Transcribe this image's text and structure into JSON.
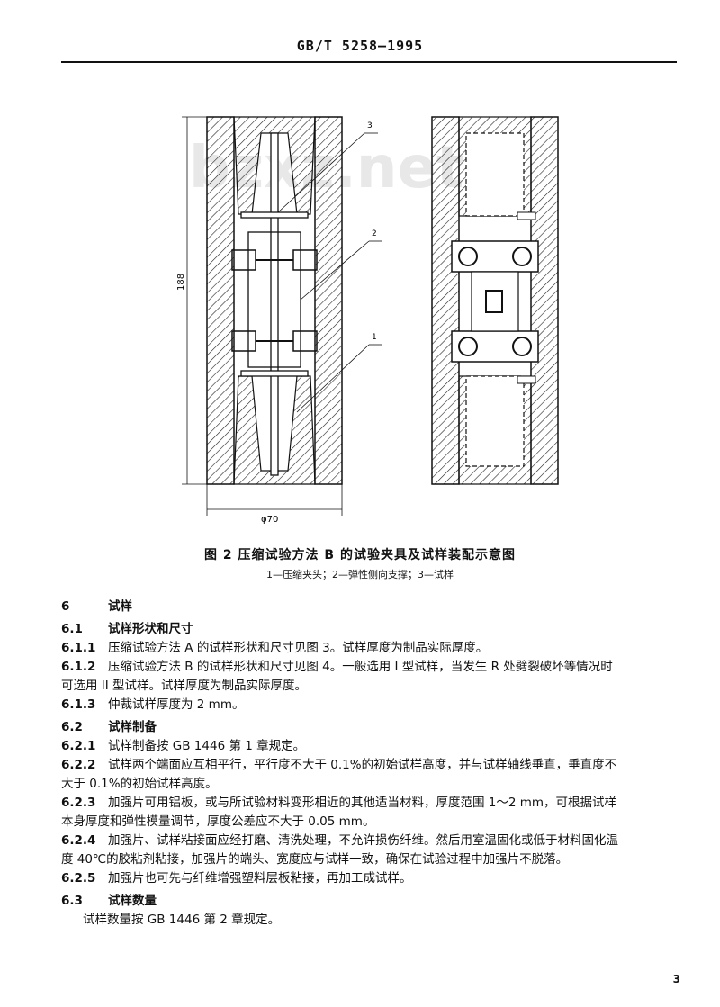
{
  "header": {
    "standard_code": "GB/T 5258—1995"
  },
  "figure": {
    "watermark": "bzxz.net",
    "callouts": [
      "3",
      "2",
      "1"
    ],
    "dimension_height": "188",
    "dimension_width": "φ70",
    "caption_title": "图 2 压缩试验方法 B 的试验夹具及试样装配示意图",
    "caption_legend": "1—压缩夹头；2—弹性侧向支撑；3—试样"
  },
  "sections": [
    {
      "id": "6",
      "title": "试样"
    },
    {
      "id": "6.1",
      "title": "试样形状和尺寸"
    },
    {
      "id": "6.1.1",
      "text": "压缩试验方法 A 的试样形状和尺寸见图 3。试样厚度为制品实际厚度。"
    },
    {
      "id": "6.1.2",
      "text": "压缩试验方法 B 的试样形状和尺寸见图 4。一般选用 I 型试样，当发生 R 处劈裂破坏等情况时",
      "cont": "可选用 II 型试样。试样厚度为制品实际厚度。"
    },
    {
      "id": "6.1.3",
      "text": "仲裁试样厚度为 2 mm。"
    },
    {
      "id": "6.2",
      "title": "试样制备"
    },
    {
      "id": "6.2.1",
      "text": "试样制备按 GB 1446 第 1 章规定。"
    },
    {
      "id": "6.2.2",
      "text": "试样两个端面应互相平行，平行度不大于 0.1%的初始试样高度，并与试样轴线垂直，垂直度不",
      "cont": "大于 0.1%的初始试样高度。"
    },
    {
      "id": "6.2.3",
      "text": "加强片可用铝板，或与所试验材料变形相近的其他适当材料，厚度范围 1～2 mm，可根据试样",
      "cont": "本身厚度和弹性模量调节，厚度公差应不大于 0.05 mm。"
    },
    {
      "id": "6.2.4",
      "text": "加强片、试样粘接面应经打磨、清洗处理，不允许损伤纤维。然后用室温固化或低于材料固化温",
      "cont": "度 40℃的胶粘剂粘接，加强片的端头、宽度应与试样一致，确保在试验过程中加强片不脱落。"
    },
    {
      "id": "6.2.5",
      "text": "加强片也可先与纤维增强塑料层板粘接，再加工成试样。"
    },
    {
      "id": "6.3",
      "title": "试样数量"
    },
    {
      "id": "6.3.text",
      "text": "试样数量按 GB 1446 第 2 章规定。"
    }
  ],
  "footer": {
    "page_number": "3"
  }
}
